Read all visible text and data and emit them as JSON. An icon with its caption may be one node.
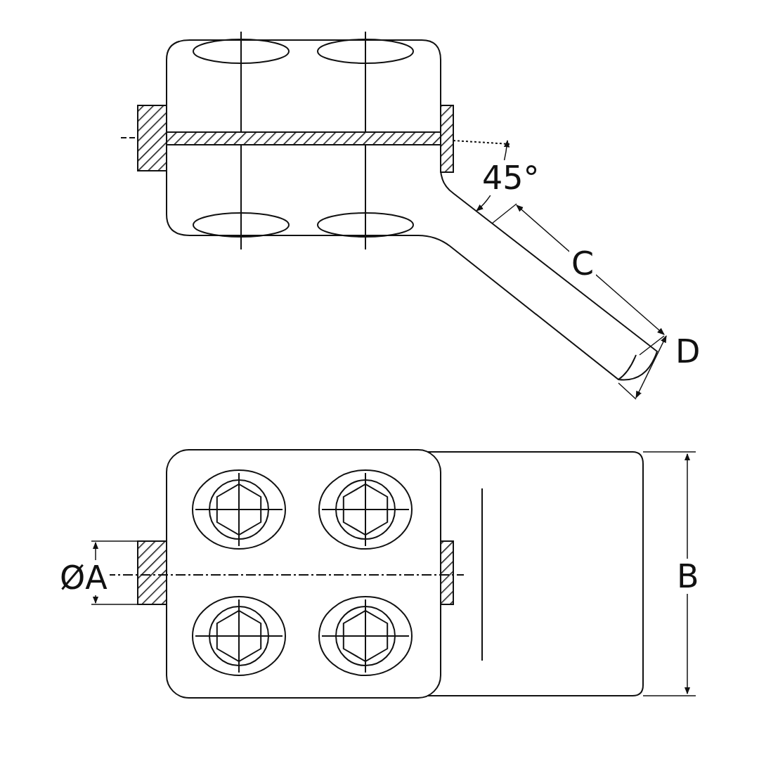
{
  "diagram": {
    "labels": [
      "45°",
      "C",
      "D",
      "ØA",
      "B"
    ]
  }
}
